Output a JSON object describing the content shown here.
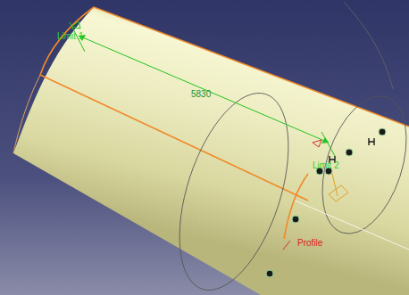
{
  "diagram": {
    "labels": [
      "Limit 1",
      "5830",
      "Limit 2",
      "Profile"
    ]
  }
}
